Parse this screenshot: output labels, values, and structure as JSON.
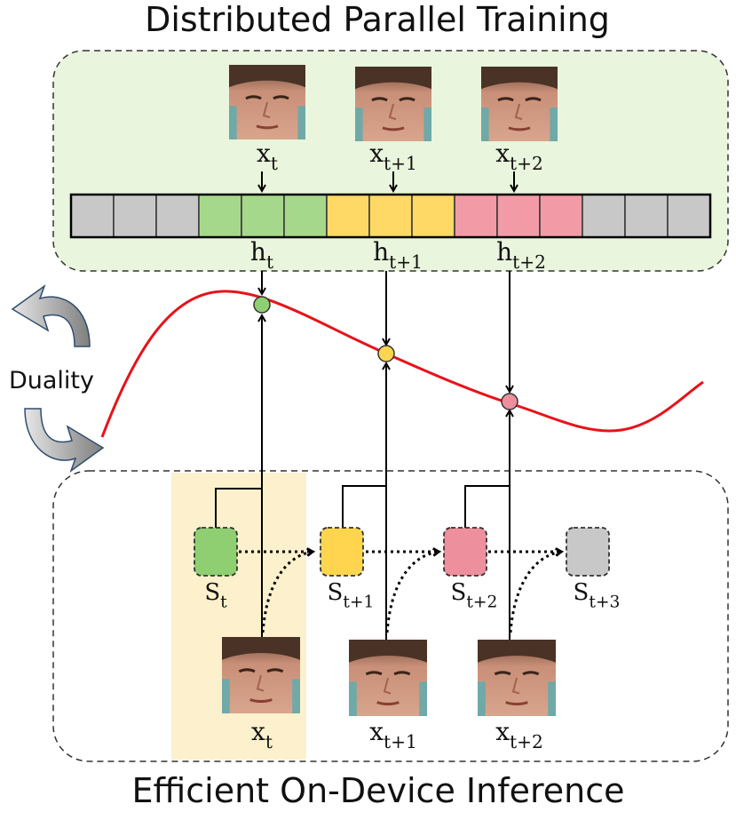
{
  "titles": {
    "top": "Distributed Parallel Training",
    "bottom": "Efficient On-Device Inference"
  },
  "side_label": "Duality",
  "top_inputs": [
    {
      "base": "x",
      "sub": "t"
    },
    {
      "base": "x",
      "sub": "t+1"
    },
    {
      "base": "x",
      "sub": "t+2"
    }
  ],
  "hidden_outputs": [
    {
      "base": "h",
      "sub": "t"
    },
    {
      "base": "h",
      "sub": "t+1"
    },
    {
      "base": "h",
      "sub": "t+2"
    }
  ],
  "states": [
    {
      "base": "S",
      "sub": "t",
      "color": "#8fcf72"
    },
    {
      "base": "S",
      "sub": "t+1",
      "color": "#ffd54f"
    },
    {
      "base": "S",
      "sub": "t+2",
      "color": "#ee8f9d"
    },
    {
      "base": "S",
      "sub": "t+3",
      "color": "#c8c8c8"
    }
  ],
  "bottom_inputs": [
    {
      "base": "x",
      "sub": "t"
    },
    {
      "base": "x",
      "sub": "t+1"
    },
    {
      "base": "x",
      "sub": "t+2"
    }
  ],
  "token_colors": [
    "#c8c8c8",
    "#c8c8c8",
    "#c8c8c8",
    "#a6d88c",
    "#a6d88c",
    "#a6d88c",
    "#ffd966",
    "#ffd966",
    "#ffd966",
    "#f29ba6",
    "#f29ba6",
    "#f29ba6",
    "#c8c8c8",
    "#c8c8c8",
    "#c8c8c8"
  ],
  "colors": {
    "training_panel": "#e9f5dc",
    "highlight_column": "#fdf0cc",
    "curve": "#e8121a",
    "node_green": "#8fcf72",
    "node_yellow": "#ffd54f",
    "node_pink": "#ee8f9d"
  }
}
